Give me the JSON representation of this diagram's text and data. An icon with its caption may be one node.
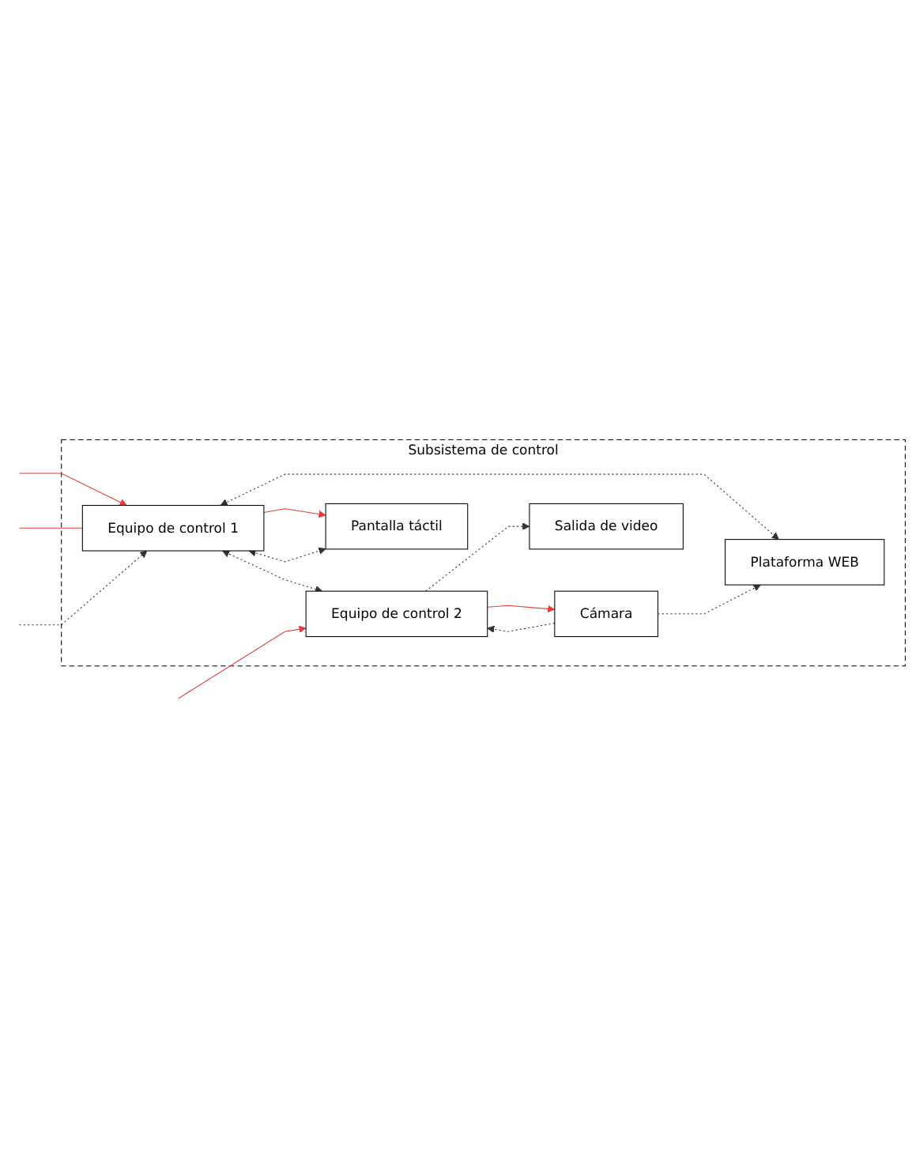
{
  "diagram": {
    "nodes": [
      {
        "text": [
          "Subsistema de control"
        ]
      },
      {
        "text": [
          "Equipo de control 1"
        ],
        "in": 0
      },
      {
        "text": [
          "Equipo de control 2"
        ],
        "in": 0
      },
      {
        "text": [
          "Pantalla táctil"
        ],
        "in": 0
      },
      {
        "text": [
          "Plataforma WEB"
        ],
        "in": 0
      },
      {
        "text": [
          "Cámara"
        ],
        "in": 0
      },
      {
        "text": [
          "Salida de video"
        ],
        "in": 0
      }
    ],
    "edges": [
      {
        "from": null,
        "to": 1,
        "arrow": "to",
        "color": "#e03c3c"
      },
      {
        "from": null,
        "to": 1,
        "arrow": "none",
        "color": "#e03c3c"
      },
      {
        "from": null,
        "to": 1,
        "arrow": "to",
        "style": "dashed"
      },
      {
        "from": 1,
        "to": 3,
        "arrow": "to",
        "color": "#e03c3c"
      },
      {
        "from": 1,
        "to": 3,
        "arrow": "both",
        "style": "dashed"
      },
      {
        "from": 1,
        "to": 4,
        "arrow": "both",
        "style": "dashed"
      },
      {
        "from": 1,
        "to": 2,
        "arrow": "both",
        "style": "dashed"
      },
      {
        "from": 5,
        "to": 4,
        "arrow": "to",
        "style": "dashed"
      },
      {
        "from": 5,
        "to": 2,
        "arrow": "to",
        "style": "dashed"
      },
      {
        "from": 2,
        "to": 6,
        "arrow": "to",
        "style": "dashed"
      },
      {
        "from": 2,
        "to": 5,
        "arrow": "to",
        "color": "#e03c3c"
      },
      {
        "from": null,
        "to": 2,
        "arrow": "to",
        "color": "#e03c3c"
      }
    ]
  }
}
